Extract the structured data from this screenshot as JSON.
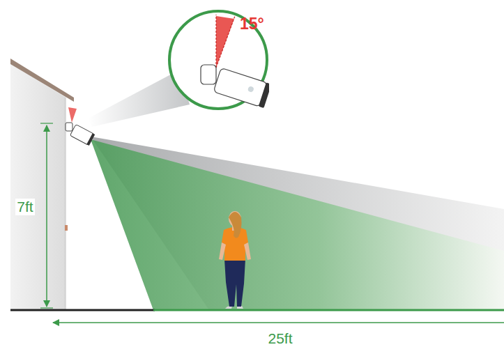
{
  "diagram": {
    "nodes": [
      {
        "text": [
          "15°"
        ]
      }
    ],
    "labels": [
      "7ft",
      "25ft"
    ]
  }
}
